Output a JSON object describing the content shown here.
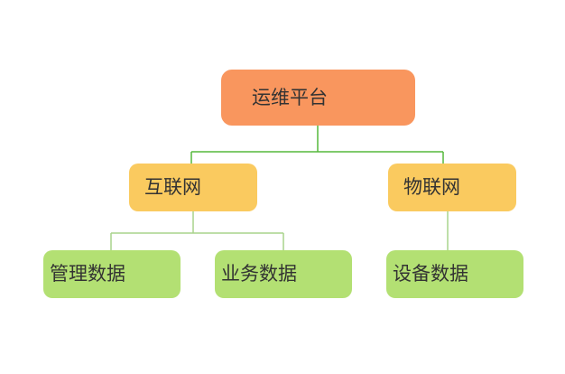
{
  "diagram": {
    "type": "tree",
    "nodes": {
      "root": {
        "label": "运维平台",
        "level": 1
      },
      "internet": {
        "label": "互联网",
        "level": 2
      },
      "iot": {
        "label": "物联网",
        "level": 2
      },
      "management_data": {
        "label": "管理数据",
        "level": 3
      },
      "business_data": {
        "label": "业务数据",
        "level": 3
      },
      "device_data": {
        "label": "设备数据",
        "level": 3
      }
    },
    "edges": [
      {
        "from": "root",
        "to": "internet"
      },
      {
        "from": "root",
        "to": "iot"
      },
      {
        "from": "internet",
        "to": "management_data"
      },
      {
        "from": "internet",
        "to": "business_data"
      },
      {
        "from": "iot",
        "to": "device_data"
      }
    ],
    "colors": {
      "root_fill": "#F9965E",
      "branch_fill": "#FACA5F",
      "leaf_fill": "#B3E073",
      "edge_dark": "#55B83C",
      "edge_light": "#A9D48C",
      "text": "#333333",
      "background": "#FFFFFF"
    }
  }
}
